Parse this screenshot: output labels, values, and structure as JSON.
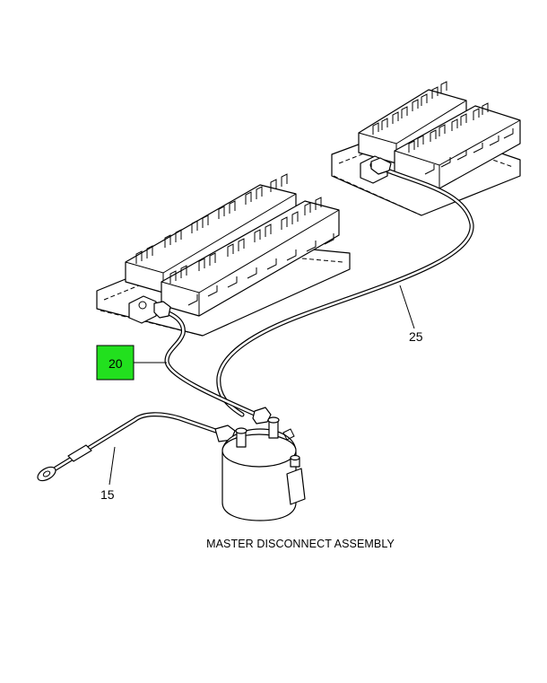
{
  "title": "MASTER DISCONNECT ASSEMBLY",
  "callouts": {
    "c15": "15",
    "c20": "20",
    "c25": "25"
  },
  "highlight_color": "#22e01e",
  "highlighted_callout": "20"
}
